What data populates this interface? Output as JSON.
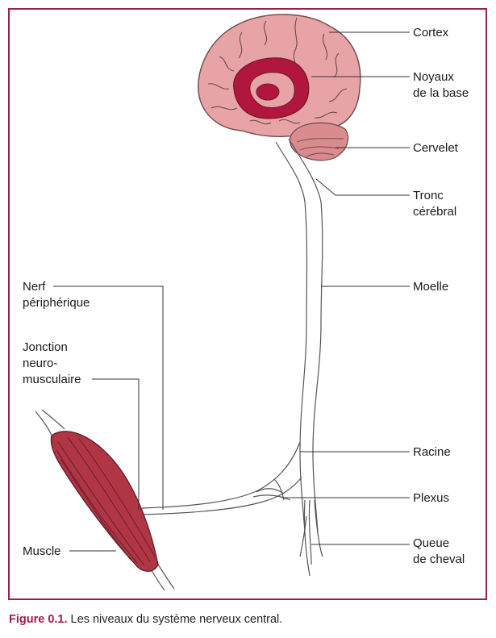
{
  "labels": {
    "cortex": "Cortex",
    "noyaux_1": "Noyaux",
    "noyaux_2": "de la base",
    "cervelet": "Cervelet",
    "tronc_1": "Tronc",
    "tronc_2": "cérébral",
    "moelle": "Moelle",
    "racine": "Racine",
    "plexus": "Plexus",
    "queue_1": "Queue",
    "queue_2": "de cheval",
    "nerf_1": "Nerf",
    "nerf_2": "périphérique",
    "jonction_1": "Jonction",
    "jonction_2": "neuro-",
    "jonction_3": "musculaire",
    "muscle": "Muscle"
  },
  "caption": {
    "figure": "Figure 0.1.",
    "text": " Les niveaux du système nerveux central."
  },
  "colors": {
    "frame": "#9e1f46",
    "brain": "#e8a3a6",
    "nuclei": "#b1163f",
    "cerebellum": "#d98b8e",
    "muscle": "#b03545",
    "caption_accent": "#a21c45"
  }
}
